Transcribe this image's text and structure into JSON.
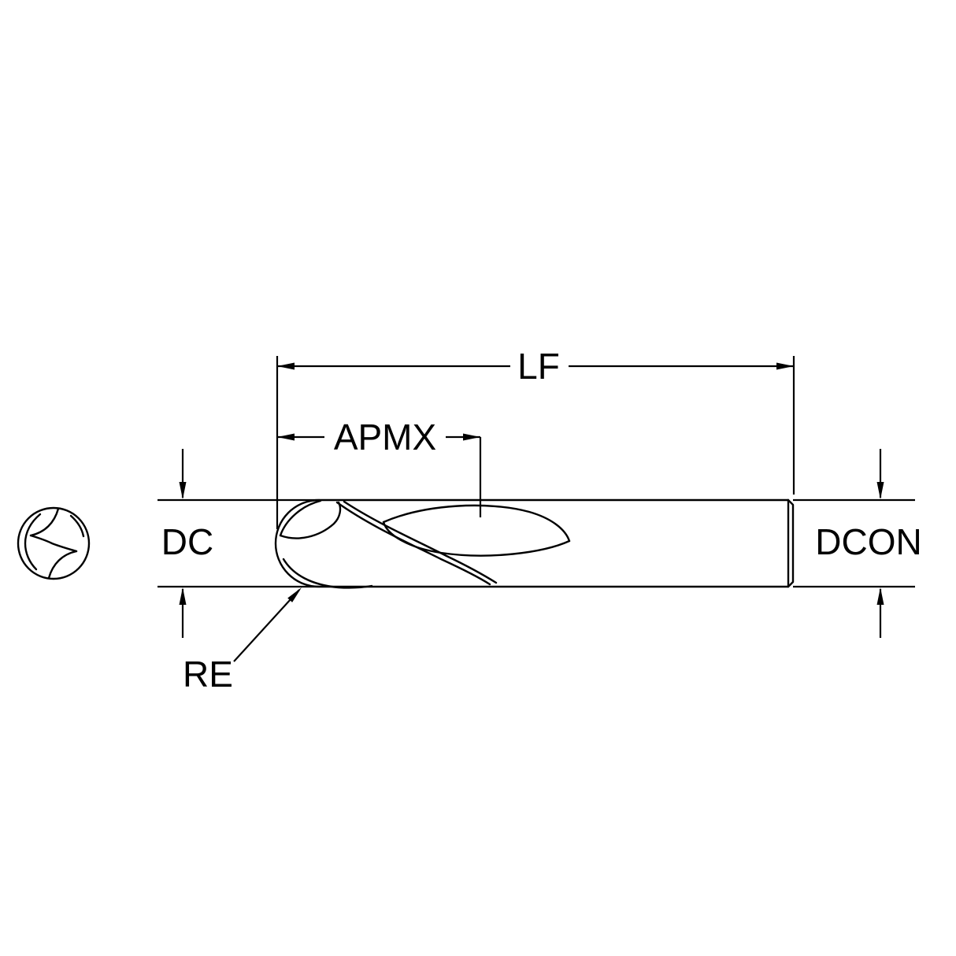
{
  "labels": {
    "lf": "LF",
    "apmx": "APMX",
    "dc": "DC",
    "dcon": "DCON",
    "re": "RE"
  },
  "colors": {
    "line": "#000000",
    "background": "#ffffff"
  }
}
